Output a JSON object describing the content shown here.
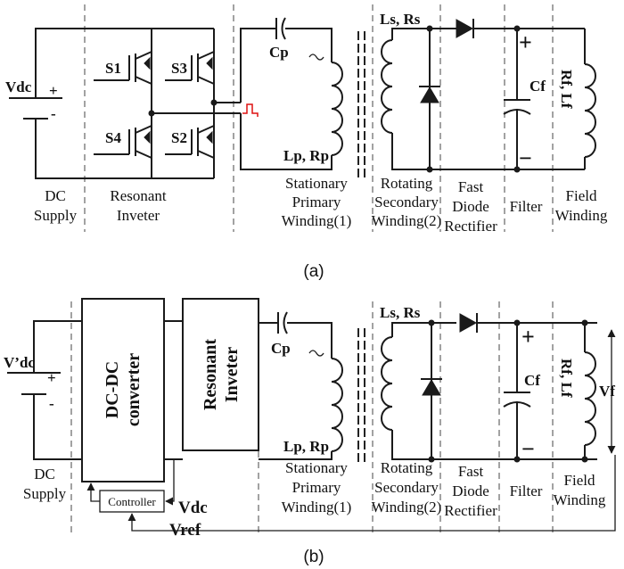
{
  "diagram_a": {
    "caption": "(a)",
    "source_label": "Vdc",
    "source_plus": "+",
    "source_minus": "-",
    "switches": [
      "S1",
      "S3",
      "S4",
      "S2"
    ],
    "cp_label": "Cp",
    "lp_label": "Lp, Rp",
    "ls_label": "Ls, Rs",
    "cf_label": "Cf",
    "rf_label": "Rf, Lf",
    "filter_plus": "+",
    "filter_minus": "−",
    "sections": [
      [
        "DC",
        "Supply"
      ],
      [
        "Resonant",
        "Inveter"
      ],
      [
        "Stationary",
        "Primary",
        "Winding(1)"
      ],
      [
        "Rotating",
        "Secondary",
        "Winding(2)"
      ],
      [
        "Fast",
        "Diode",
        "Rectifier"
      ],
      [
        "Filter"
      ],
      [
        "Field",
        "Winding"
      ]
    ]
  },
  "diagram_b": {
    "caption": "(b)",
    "source_label": "V’dc",
    "source_plus": "+",
    "source_minus": "-",
    "dcdc_lines": [
      "DC-DC",
      "converter"
    ],
    "inverter_lines": [
      "Resonant",
      "Inveter"
    ],
    "controller_label": "Controller",
    "vdc_label": "Vdc",
    "vref_label": "Vref",
    "vf_label": "Vf",
    "cp_label": "Cp",
    "lp_label": "Lp, Rp",
    "ls_label": "Ls, Rs",
    "cf_label": "Cf",
    "rf_label": "Rf, Lf",
    "filter_plus": "+",
    "filter_minus": "−",
    "sections": [
      [
        "DC",
        "Supply"
      ],
      [
        "Stationary",
        "Primary",
        "Winding(1)"
      ],
      [
        "Rotating",
        "Secondary",
        "Winding(2)"
      ],
      [
        "Fast",
        "Diode",
        "Rectifier"
      ],
      [
        "Filter"
      ],
      [
        "Field",
        "Winding"
      ]
    ]
  }
}
